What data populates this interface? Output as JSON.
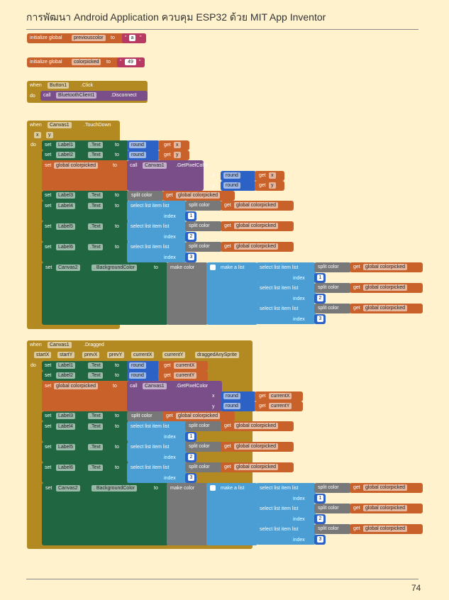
{
  "header": {
    "title": "การพัฒนา Android Application ควบคุม ESP32 ด้วย MIT App Inventor"
  },
  "page_number": "74",
  "blocks": {
    "init_prev": {
      "kw": "initialize global",
      "name": "previouscolor",
      "to": "to",
      "value": "a"
    },
    "init_picked": {
      "kw": "initialize global",
      "name": "colorpicked",
      "to": "to",
      "value": "49"
    },
    "button_click": {
      "when": "when",
      "component": "Button1",
      "event": ".Click",
      "do": "do",
      "call": "call",
      "target": "BluetoothClient1",
      "method": ".Disconnect"
    },
    "touchdown": {
      "when": "when",
      "component": "Canvas1",
      "event": ".TouchDown",
      "params": [
        "x",
        "y"
      ],
      "do": "do",
      "get_x": "x",
      "get_y": "y"
    },
    "dragged": {
      "when": "when",
      "component": "Canvas1",
      "event": ".Dragged",
      "params": [
        "startX",
        "startY",
        "prevX",
        "prevY",
        "currentX",
        "currentY",
        "draggedAnySprite"
      ],
      "do": "do",
      "get_x": "currentX",
      "get_y": "currentY"
    },
    "common": {
      "set": "set",
      "to": "to",
      "get": "get",
      "round": "round",
      "label1": "Label1",
      "label2": "Label2",
      "label3": "Label3",
      "label4": "Label4",
      "label5": "Label5",
      "label6": "Label6",
      "text_prop": ".Text",
      "global_colorpicked": "global colorpicked",
      "call": "call",
      "canvas1": "Canvas1",
      "getpixelcolor": ".GetPixelColor",
      "x": "x",
      "y": "y",
      "split_color": "split color",
      "select_list_item": "select list item  list",
      "index": "index",
      "idx1": "1",
      "idx2": "2",
      "idx3": "3",
      "canvas2": "Canvas2",
      "bgcolor_prop": ". BackgroundColor",
      "make_color": "make color",
      "make_a_list": "make a list"
    }
  }
}
